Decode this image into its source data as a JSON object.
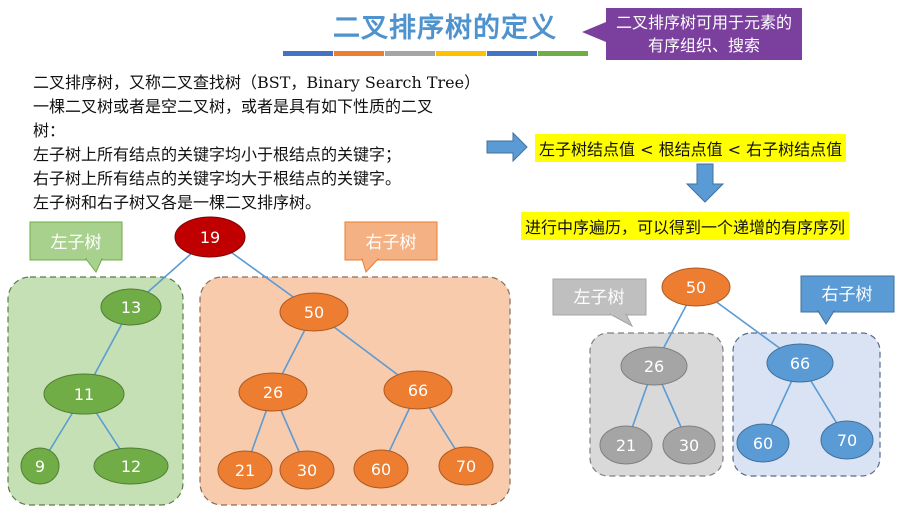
{
  "title": "二叉排序树的定义",
  "title_callout": "二叉排序树可用于元素的有序组织、搜索",
  "definition": {
    "lines": [
      "二叉排序树，又称二叉查找树（BST，Binary Search Tree）",
      "一棵二叉树或者是空二叉树，或者是具有如下性质的二叉",
      "树：",
      "左子树上所有结点的关键字均小于根结点的关键字；",
      "右子树上所有结点的关键字均大于根结点的关键字。",
      "左子树和右子树又各是一棵二叉排序树。"
    ]
  },
  "property_box": "左子树结点值 < 根结点值 < 右子树结点值",
  "inorder_box": "进行中序遍历，可以得到一个递增的有序序列",
  "labels": {
    "left_subtree": "左子树",
    "right_subtree": "右子树"
  },
  "colors": {
    "title": "#4f93ce",
    "callout": "#7b3f9e",
    "highlight": "#ffff00",
    "arrow": "#5b9bd5",
    "root_red": "#c00000",
    "green_node": "#70ad47",
    "orange_node": "#ed7d31",
    "gray_node": "#a5a5a5",
    "blue_node": "#5b9bd5",
    "green_region": "#c5e0b4",
    "orange_region": "#f8cbad",
    "gray_region": "#d9d9d9",
    "blue_region": "#dae3f3",
    "color_bar": [
      "#4472c4",
      "#ed7d31",
      "#a5a5a5",
      "#ffc000",
      "#4472c4",
      "#70ad47"
    ]
  },
  "tree_main": {
    "root": "19",
    "left": [
      "13",
      "11",
      "9",
      "12"
    ],
    "right": [
      "50",
      "26",
      "66",
      "21",
      "30",
      "60",
      "70"
    ]
  },
  "tree_small": {
    "root": "50",
    "left": [
      "26",
      "21",
      "30"
    ],
    "right": [
      "66",
      "60",
      "70"
    ]
  }
}
